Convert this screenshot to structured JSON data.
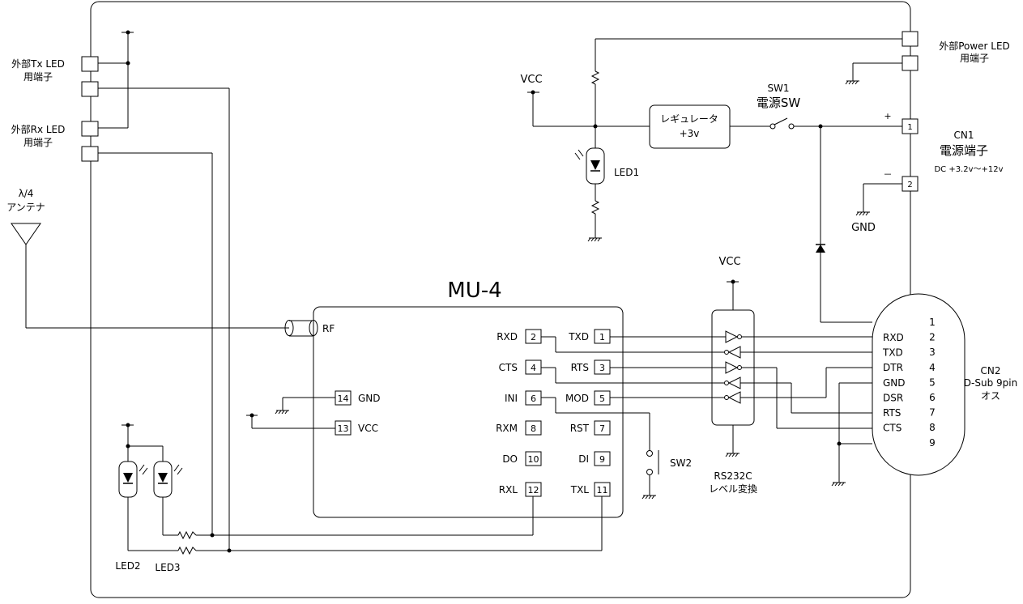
{
  "module": {
    "title": "MU-4",
    "rf": "RF"
  },
  "module_pins": {
    "p14": {
      "num": "14",
      "label": "GND"
    },
    "p13": {
      "num": "13",
      "label": "VCC"
    },
    "p2": {
      "num": "2",
      "label": "RXD"
    },
    "p4": {
      "num": "4",
      "label": "CTS"
    },
    "p6": {
      "num": "6",
      "label": "INI"
    },
    "p8": {
      "num": "8",
      "label": "RXM"
    },
    "p10": {
      "num": "10",
      "label": "DO"
    },
    "p12": {
      "num": "12",
      "label": "RXL"
    },
    "p1": {
      "num": "1",
      "label": "TXD"
    },
    "p3": {
      "num": "3",
      "label": "RTS"
    },
    "p5": {
      "num": "5",
      "label": "MOD"
    },
    "p7": {
      "num": "7",
      "label": "RST"
    },
    "p9": {
      "num": "9",
      "label": "DI"
    },
    "p11": {
      "num": "11",
      "label": "TXL"
    }
  },
  "external_led": {
    "tx": [
      "外部Tx LED",
      "用端子"
    ],
    "rx": [
      "外部Rx LED",
      "用端子"
    ]
  },
  "antenna": [
    "λ/4",
    "アンテナ"
  ],
  "power_led_terminal": [
    "外部Power LED",
    "用端子"
  ],
  "vcc_label": "VCC",
  "regulator": [
    "レギュレータ",
    "+3v"
  ],
  "sw1": [
    "SW1",
    "電源SW"
  ],
  "led1": "LED1",
  "cn1": {
    "name": "CN1",
    "title": "電源端子",
    "spec": "DC  +3.2v〜+12v",
    "plus": "+",
    "minus": "－",
    "pins": [
      "1",
      "2"
    ]
  },
  "gnd_label": "GND",
  "rs232c": [
    "RS232C",
    "レベル変換"
  ],
  "cn2": {
    "name": "CN2",
    "type": "D-Sub 9pin",
    "gender": "オス",
    "pin_numbers": [
      "1",
      "2",
      "3",
      "4",
      "5",
      "6",
      "7",
      "8",
      "9"
    ],
    "signals": [
      "RXD",
      "TXD",
      "DTR",
      "GND",
      "DSR",
      "RTS",
      "CTS"
    ]
  },
  "sw2": "SW2",
  "led2": "LED2",
  "led3": "LED3"
}
